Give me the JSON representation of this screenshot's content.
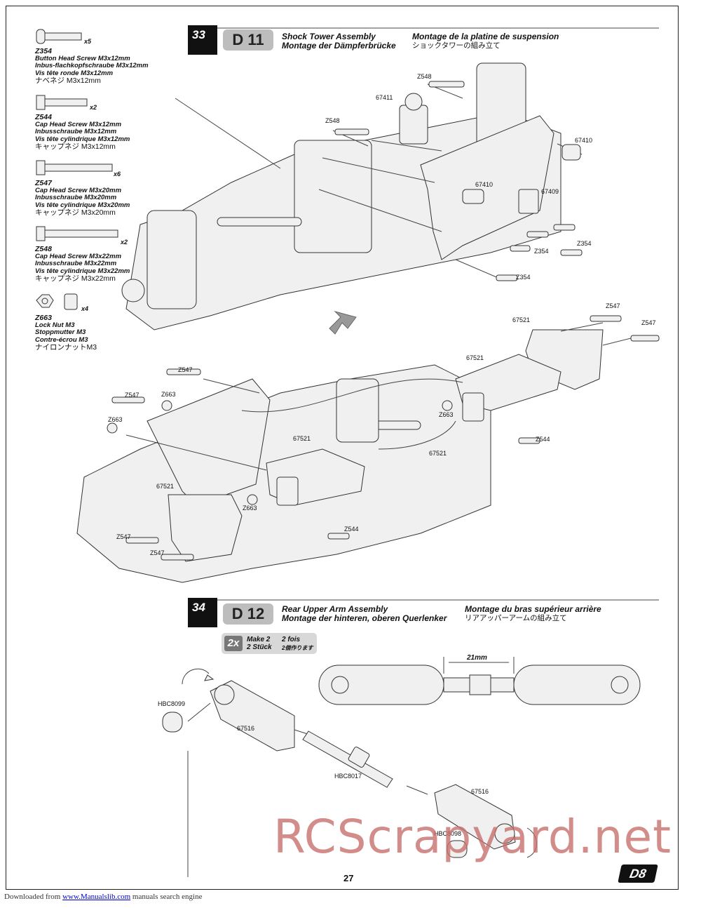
{
  "parts": [
    {
      "code": "Z354",
      "en": "Button Head Screw M3x12mm",
      "de": "Inbus-flachkopfschraube M3x12mm",
      "fr": "Vis tête ronde M3x12mm",
      "jp": "ナベネジ M3x12mm",
      "qty": "x5"
    },
    {
      "code": "Z544",
      "en": "Cap Head Screw M3x12mm",
      "de": "Inbusschraube M3x12mm",
      "fr": "Vis tête cylindrique M3x12mm",
      "jp": "キャップネジ M3x12mm",
      "qty": "x2"
    },
    {
      "code": "Z547",
      "en": "Cap Head Screw M3x20mm",
      "de": "Inbusschraube M3x20mm",
      "fr": "Vis tête cylindrique M3x20mm",
      "jp": "キャップネジ M3x20mm",
      "qty": "x6"
    },
    {
      "code": "Z548",
      "en": "Cap Head Screw M3x22mm",
      "de": "Inbusschraube M3x22mm",
      "fr": "Vis tête cylindrique M3x22mm",
      "jp": "キャップネジ M3x22mm",
      "qty": "x2"
    },
    {
      "code": "Z663",
      "en": "Lock Nut M3",
      "de": "Stoppmutter M3",
      "fr": "Contre-écrou M3",
      "jp": "ナイロンナットM3",
      "qty": "x4"
    }
  ],
  "step33": {
    "num": "33",
    "code": "D 11",
    "en": "Shock Tower Assembly",
    "de": "Montage der Dämpferbrücke",
    "fr": "Montage de la platine de suspension",
    "jp": "ショックタワーの組み立て",
    "labels": {
      "z548a": "Z548",
      "p67411": "67411",
      "z548b": "Z548",
      "p67410a": "67410",
      "p67410b": "67410",
      "p67409": "67409",
      "z354a": "Z354",
      "z354b": "Z354",
      "z354c": "Z354"
    }
  },
  "step33b": {
    "labels": {
      "z547a": "Z547",
      "z547b": "Z547",
      "p67521c": "67521",
      "z547c": "Z547",
      "p67521a": "67521",
      "z547d": "Z547",
      "z663a": "Z663",
      "z663b": "Z663",
      "z663c": "Z663",
      "p67521c2": "67521",
      "z544a": "Z544",
      "p67521b": "67521",
      "p67521a2": "67521",
      "z663d": "Z663",
      "z544b": "Z544",
      "z547e": "Z547",
      "z547f": "Z547"
    }
  },
  "step34": {
    "num": "34",
    "code": "D 12",
    "en": "Rear Upper Arm Assembly",
    "de": "Montage der hinteren, oberen Querlenker",
    "fr": "Montage du bras supérieur arrière",
    "jp": "リアアッパーアームの組み立て",
    "make": {
      "badge": "2x",
      "en": "Make 2",
      "de": "2 Stück",
      "fr": "2 fois",
      "jp": "2個作ります"
    },
    "dimension": "21mm",
    "labels": {
      "hbc8099": "HBC8099",
      "p67516a": "67516",
      "hbc8017": "HBC8017",
      "p67516b": "67516",
      "hbc8098": "HBC8098"
    }
  },
  "watermark": "RCScrapyard.net",
  "page_number": "27",
  "logo": "D8",
  "footer": {
    "prefix": "Downloaded from",
    "link": "www.Manualslib.com",
    "suffix": "manuals search engine"
  }
}
